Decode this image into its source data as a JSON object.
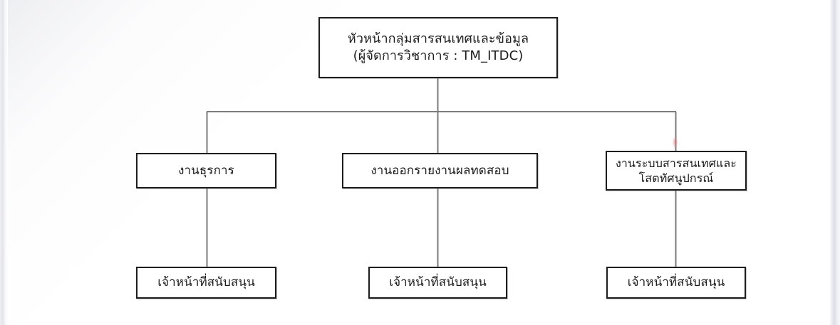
{
  "document": {
    "title": "แผนผังโครงสร้างกลุ่มสารสนเทศและข้อมูล",
    "background_color": "#ffffff",
    "box_border_color": "#1d1d1d",
    "connector_color": "#7b7b7b"
  },
  "chart_data": {
    "type": "diagram",
    "diagram_type": "org-chart",
    "orientation": "top-down",
    "levels": 3,
    "nodes": [
      {
        "id": "root",
        "level": 0,
        "label": "หัวหน้ากลุ่มสารสนเทศและข้อมูล\n(ผู้จัดการวิชาการ : TM_ITDC)",
        "line1": "หัวหน้ากลุ่มสารสนเทศและข้อมูล",
        "line2": "(ผู้จัดการวิชาการ : TM_ITDC)",
        "parent": null
      },
      {
        "id": "admin",
        "level": 1,
        "label": "งานธุรการ",
        "parent": "root"
      },
      {
        "id": "report",
        "level": 1,
        "label": "งานออกรายงานผลทดสอบ",
        "parent": "root"
      },
      {
        "id": "info-av",
        "level": 1,
        "label": "งานระบบสารสนเทศและ\nโสตทัศนูปกรณ์",
        "line1": "งานระบบสารสนเทศและ",
        "line2": "โสตทัศนูปกรณ์",
        "parent": "root"
      },
      {
        "id": "staff-admin",
        "level": 2,
        "label": "เจ้าหน้าที่สนับสนุน",
        "parent": "admin"
      },
      {
        "id": "staff-report",
        "level": 2,
        "label": "เจ้าหน้าที่สนับสนุน",
        "parent": "report"
      },
      {
        "id": "staff-info",
        "level": 2,
        "label": "เจ้าหน้าที่สนับสนุน",
        "parent": "info-av"
      }
    ],
    "edges": [
      {
        "from": "root",
        "to": "admin"
      },
      {
        "from": "root",
        "to": "report"
      },
      {
        "from": "root",
        "to": "info-av"
      },
      {
        "from": "admin",
        "to": "staff-admin"
      },
      {
        "from": "report",
        "to": "staff-report"
      },
      {
        "from": "info-av",
        "to": "staff-info"
      }
    ]
  }
}
